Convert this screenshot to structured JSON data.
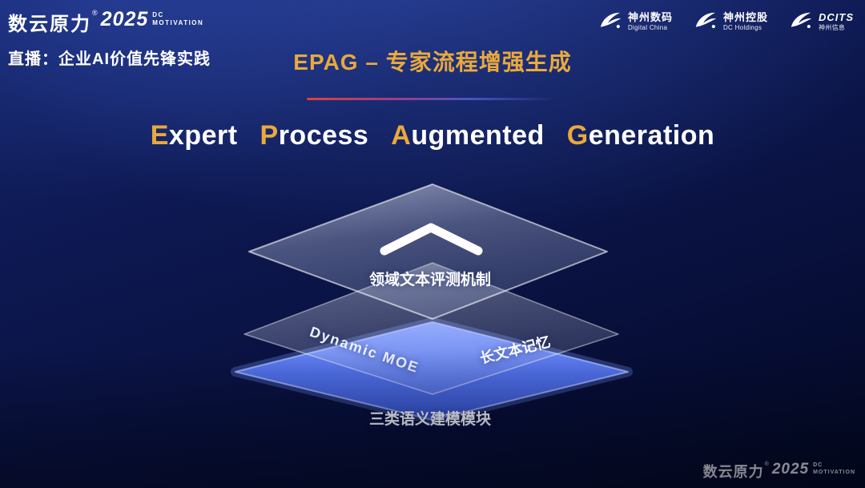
{
  "header": {
    "brand": {
      "name": "数云原力",
      "reg": "®",
      "year": "2025",
      "sub_line1": "DC",
      "sub_line2": "MOTIVATION"
    },
    "live_label": "直播：企业AI价值先锋实践",
    "partners": [
      {
        "name": "神州数码",
        "subtitle": "Digital China"
      },
      {
        "name": "神州控股",
        "subtitle": "DC Holdings"
      },
      {
        "name": "DCITS",
        "subtitle": "神州信息"
      }
    ]
  },
  "section": {
    "title": "EPAG – 专家流程增强生成"
  },
  "main_title": {
    "words": [
      {
        "initial": "E",
        "rest": "xpert"
      },
      {
        "initial": "P",
        "rest": "rocess"
      },
      {
        "initial": "A",
        "rest": "ugmented"
      },
      {
        "initial": "G",
        "rest": "eneration"
      }
    ]
  },
  "diagram": {
    "top_layer_label": "领域文本评测机制",
    "middle_layer_left_label": "Dynamic MOE",
    "middle_layer_right_label": "长文本记忆",
    "bottom_layer_label": "三类语义建模模块"
  },
  "footer": {
    "brand": {
      "name": "数云原力",
      "reg": "®",
      "year": "2025",
      "sub_line1": "DC",
      "sub_line2": "MOTIVATION"
    }
  },
  "colors": {
    "gold": "#E9A93C",
    "layer_blue": "#4F6FE8",
    "background_top": "#17276F",
    "background_bottom": "#03081F"
  }
}
